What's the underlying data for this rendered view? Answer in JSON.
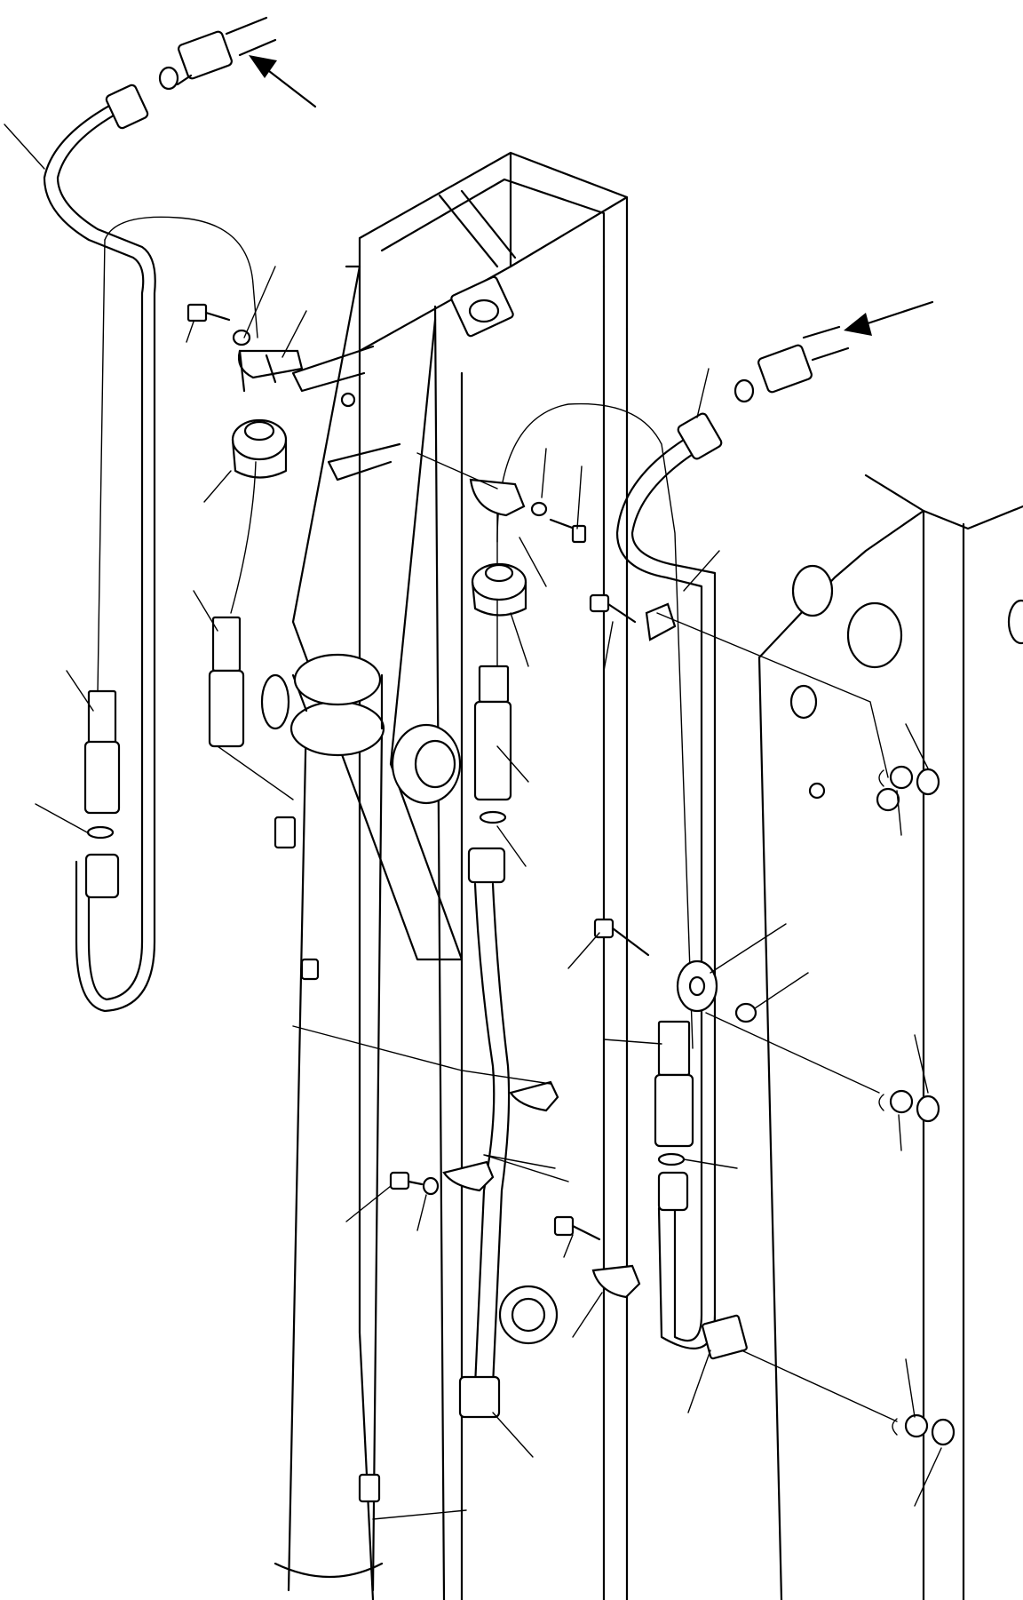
{
  "diagram": {
    "kind": "exploded-parts-view",
    "labels": [],
    "callout_leaders": 34,
    "flow_arrows": 2
  },
  "colors": {
    "ink": "#000000",
    "paper": "#ffffff"
  }
}
